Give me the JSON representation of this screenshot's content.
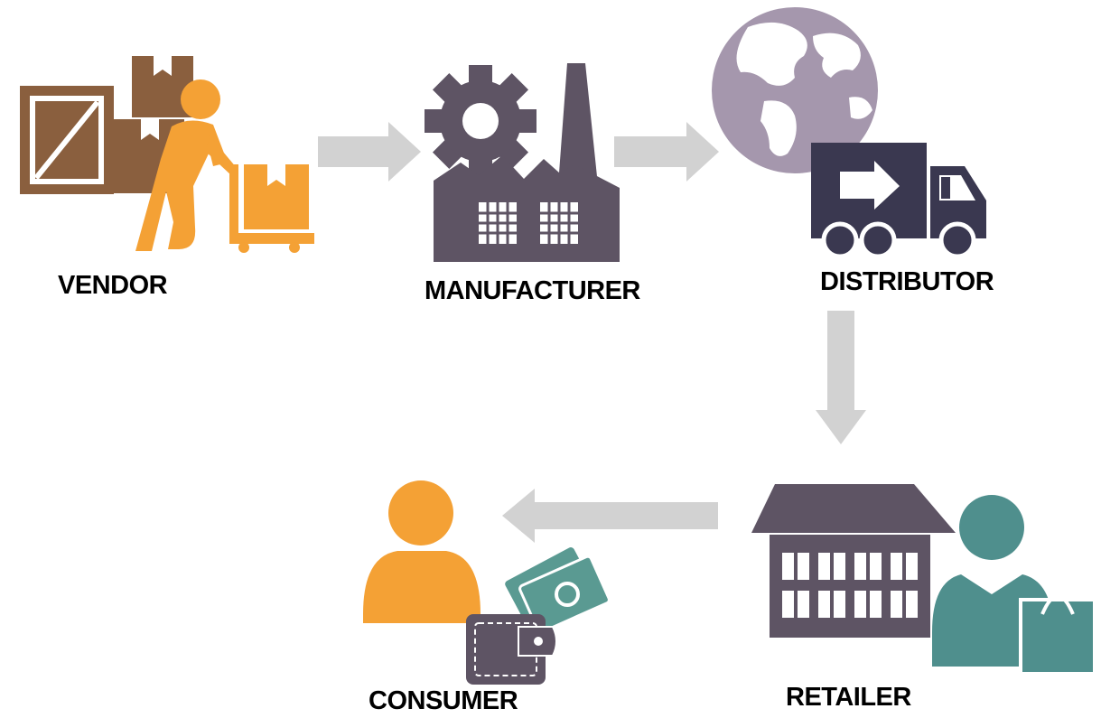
{
  "nodes": {
    "vendor": {
      "label": "VENDOR",
      "icon": "vendor-worker-with-boxes-icon"
    },
    "manufacturer": {
      "label": "MANUFACTURER",
      "icon": "factory-gear-icon"
    },
    "distributor": {
      "label": "DISTRIBUTOR",
      "icon": "globe-delivery-truck-icon"
    },
    "retailer": {
      "label": "RETAILER",
      "icon": "store-with-shopper-icon"
    },
    "consumer": {
      "label": "CONSUMER",
      "icon": "person-with-wallet-money-icon"
    }
  },
  "flow": [
    "vendor",
    "manufacturer",
    "distributor",
    "retailer",
    "consumer"
  ],
  "colors": {
    "arrow": "#d2d2d2",
    "vendor_brown": "#8a5f3e",
    "vendor_orange": "#f4a135",
    "factory_purple": "#5e5464",
    "globe_lilac": "#a597ad",
    "truck_navy": "#3a3850",
    "retail_teal": "#4f8f8d",
    "money_green": "#5a9a92"
  }
}
